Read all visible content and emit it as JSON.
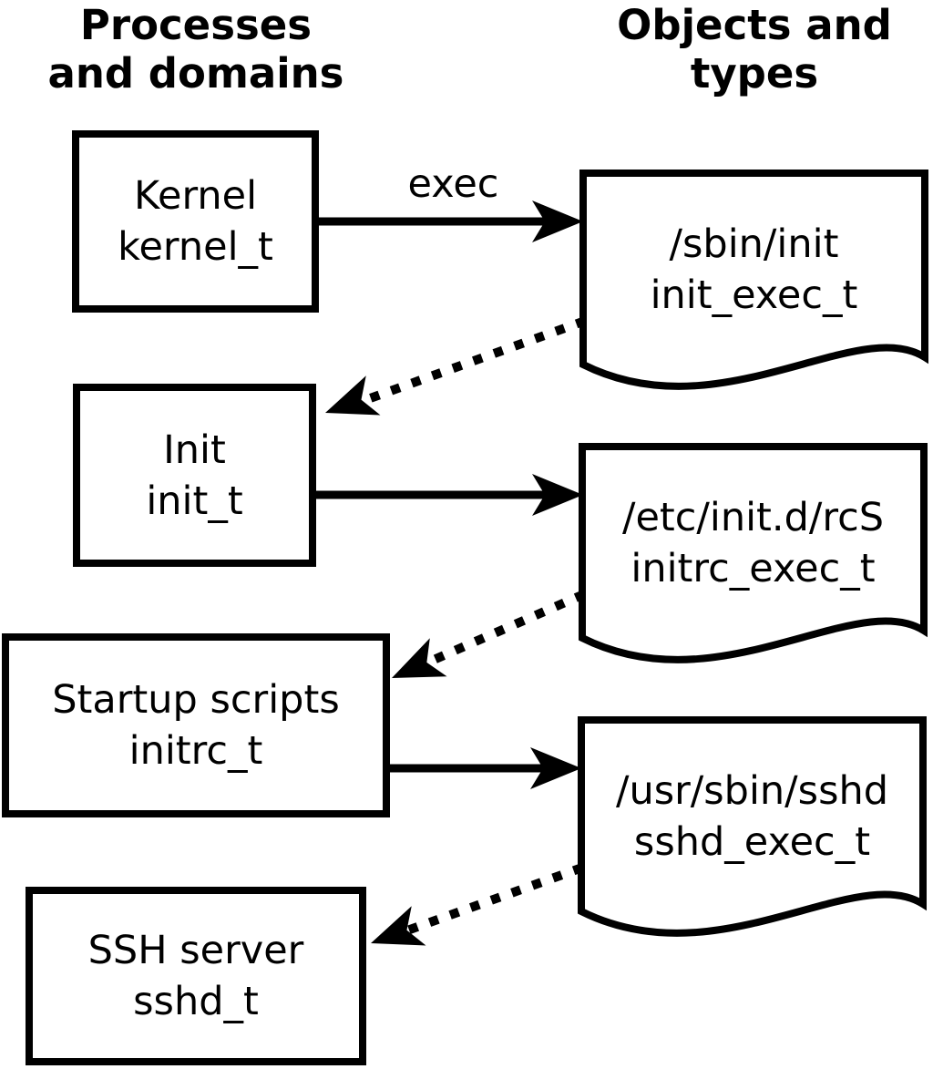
{
  "columns": {
    "processes_header": "Processes\nand domains",
    "objects_header": "Objects and\ntypes"
  },
  "arrow_label": "exec",
  "processes": [
    {
      "name": "Kernel",
      "type": "kernel_t"
    },
    {
      "name": "Init",
      "type": "init_t"
    },
    {
      "name": "Startup scripts",
      "type": "initrc_t"
    },
    {
      "name": "SSH server",
      "type": "sshd_t"
    }
  ],
  "objects": [
    {
      "path": "/sbin/init",
      "type": "init_exec_t"
    },
    {
      "path": "/etc/init.d/rcS",
      "type": "initrc_exec_t"
    },
    {
      "path": "/usr/sbin/sshd",
      "type": "sshd_exec_t"
    }
  ],
  "colors": {
    "foreground": "#000000",
    "background": "#ffffff"
  }
}
